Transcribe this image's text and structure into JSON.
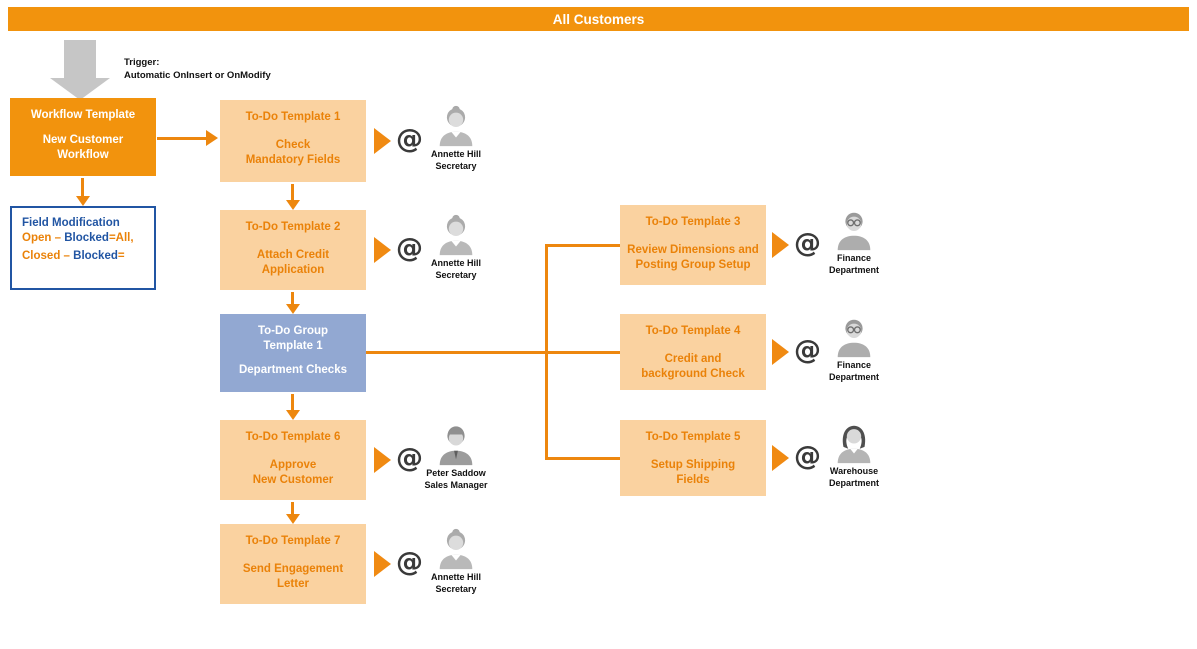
{
  "banner": {
    "label": "All Customers"
  },
  "trigger": {
    "text": "Trigger:\nAutomatic OnInsert or OnModify"
  },
  "workflow_template": {
    "title": "Workflow Template",
    "subtitle": "New Customer\nWorkflow"
  },
  "field_modification": {
    "title": "Field Modification",
    "line1": [
      {
        "text": "Open – ",
        "color": "orange"
      },
      {
        "text": "Blocked",
        "color": "blue"
      },
      {
        "text": "=All,",
        "color": "orange"
      }
    ],
    "line2": [
      {
        "text": "Closed – ",
        "color": "orange"
      },
      {
        "text": "Blocked",
        "color": "blue"
      },
      {
        "text": "=",
        "color": "orange"
      }
    ]
  },
  "middle_nodes": [
    {
      "title": "To-Do Template 1",
      "subtitle": "Check\nMandatory Fields",
      "type": "todo",
      "assignee": {
        "name": "Annette Hill",
        "role": "Secretary",
        "avatar": "#avatar-female-light"
      }
    },
    {
      "title": "To-Do Template 2",
      "subtitle": "Attach Credit\nApplication",
      "type": "todo",
      "assignee": {
        "name": "Annette Hill",
        "role": "Secretary",
        "avatar": "#avatar-female-light"
      }
    },
    {
      "title": "To-Do Group\nTemplate 1",
      "subtitle": "Department Checks",
      "type": "group"
    },
    {
      "title": "To-Do Template 6",
      "subtitle": "Approve\nNew Customer",
      "type": "todo",
      "assignee": {
        "name": "Peter Saddow",
        "role": "Sales Manager",
        "avatar": "#avatar-male"
      }
    },
    {
      "title": "To-Do Template 7",
      "subtitle": "Send Engagement\nLetter",
      "type": "todo",
      "assignee": {
        "name": "Annette Hill",
        "role": "Secretary",
        "avatar": "#avatar-female-light"
      }
    }
  ],
  "right_nodes": [
    {
      "title": "To-Do Template 3",
      "subtitle": "Review Dimensions and\nPosting Group Setup",
      "assignee": {
        "name": "Finance",
        "role": "Department",
        "avatar": "#avatar-male-glasses"
      }
    },
    {
      "title": "To-Do Template 4",
      "subtitle": "Credit and\nbackground Check",
      "assignee": {
        "name": "Finance",
        "role": "Department",
        "avatar": "#avatar-male-glasses"
      }
    },
    {
      "title": "To-Do Template 5",
      "subtitle": "Setup Shipping\nFields",
      "assignee": {
        "name": "Warehouse",
        "role": "Department",
        "avatar": "#avatar-female-dark"
      }
    }
  ],
  "colors": {
    "orange": "#F2930D",
    "light_orange": "#FAD2A0",
    "orange_text": "#EA8209",
    "blue": "#2155A3",
    "group_blue": "#92A8D2",
    "connector_orange": "#ED870E",
    "gray_arrow": "#C6C6C6",
    "at_symbol_gray": "#3A3A3A"
  }
}
